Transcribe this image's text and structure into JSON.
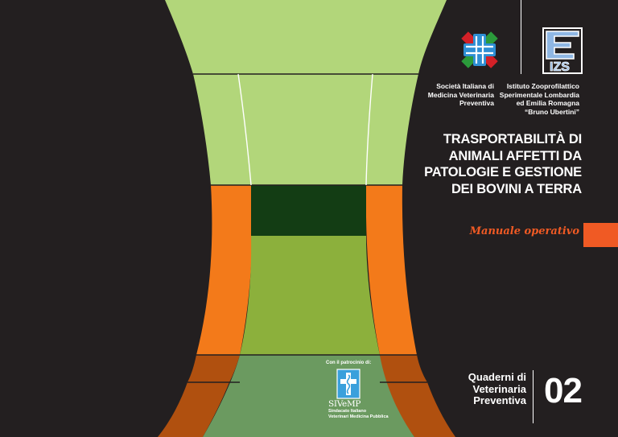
{
  "organizations": {
    "sim": {
      "name": "Società Italiana di\nMedicina Veterinaria\nPreventiva",
      "logo_icon": "sim-cross-logo-icon"
    },
    "izs": {
      "name": "Istituto Zooprofilattico\nSperimentale Lombardia\ned Emilia Romagna\n“Bruno Ubertini”",
      "logo_icon": "izs-logo-icon"
    }
  },
  "cover": {
    "title": "TRASPORTABILITÀ DI\nANIMALI  AFFETTI DA\nPATOLOGIE E GESTIONE\nDEI BOVINI A TERRA",
    "subtitle": "Manuale operativo"
  },
  "patronage": {
    "label": "Con il patrocinio di:",
    "name": "SIVeMP",
    "description": "Sindacato Italiano\nVeterinari Medicina Pubblica",
    "logo_icon": "sivemp-logo-icon"
  },
  "series": {
    "label": "Quaderni di\nVeterinaria\nPreventiva",
    "number": "02"
  },
  "colors": {
    "background": "#231f20",
    "light_green": "#b2d67a",
    "dark_green": "#133d14",
    "mid_green": "#8cb03c",
    "muted_green": "#6b9a60",
    "orange": "#f37a1a",
    "rust": "#b0500f",
    "accent_orange": "#f05a24"
  }
}
